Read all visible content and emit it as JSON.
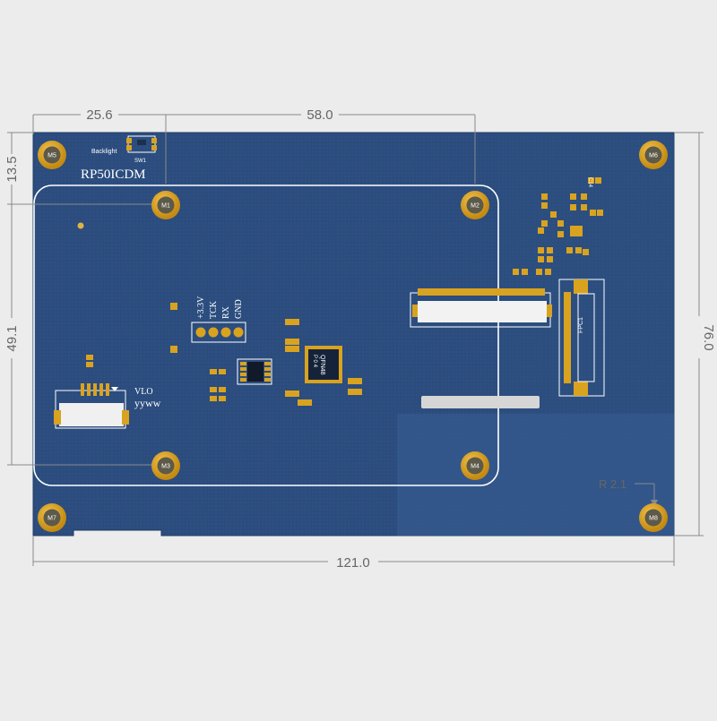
{
  "board": {
    "model": "RP50ICDM",
    "switch_label": "Backlight",
    "switch_ref": "SW1",
    "header_pins": [
      "+3.3V",
      "TCK",
      "RX",
      "GND"
    ],
    "connector_text": [
      "VLO",
      "yyww"
    ],
    "fpc_label": "FPC1",
    "ic_label": "QFN48",
    "ic_sub": "P 0 4",
    "cap_label": "C14",
    "holes": [
      "M1",
      "M2",
      "M3",
      "M4",
      "M5",
      "M6",
      "M7",
      "M8"
    ]
  },
  "dimensions": {
    "top_left": "25.6",
    "top_right": "58.0",
    "left_top": "13.5",
    "left_main": "49.1",
    "right": "76.0",
    "bottom": "121.0",
    "corner_radius": "R 2.1"
  },
  "colors": {
    "background": "#ececec",
    "pcb": "#2a4a7a",
    "pcb_lower": "#2f5487",
    "pad_gold": "#d9a320",
    "silkscreen": "#ffffff",
    "dimension_line": "#888888"
  }
}
